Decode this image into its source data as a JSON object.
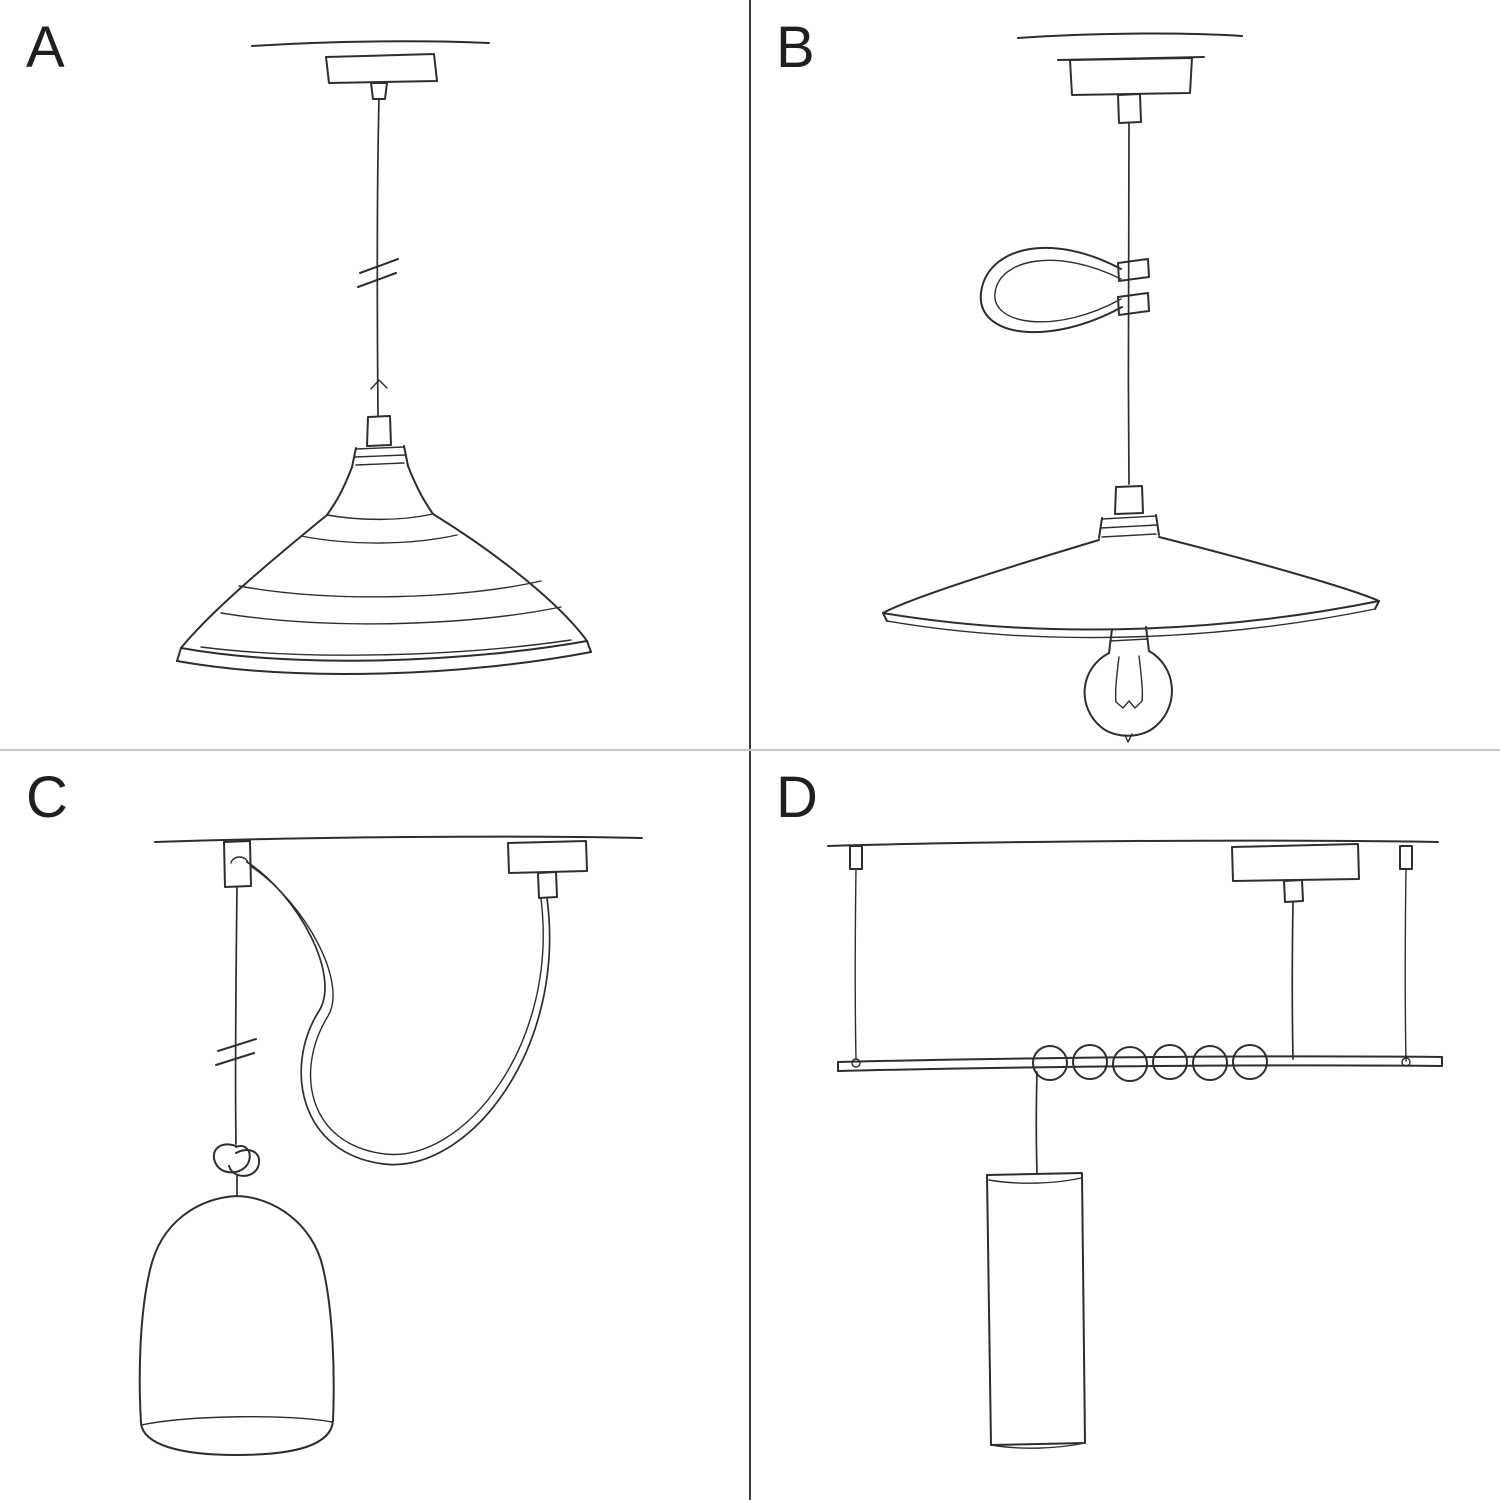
{
  "figure": {
    "panels": [
      {
        "label": "A"
      },
      {
        "label": "B"
      },
      {
        "label": "C"
      },
      {
        "label": "D"
      }
    ]
  },
  "colors": {
    "background": "#ffffff",
    "line": "#2e2e2e",
    "label": "#1f1f1f",
    "divider_vertical": "#3c3c3c",
    "divider_horizontal": "#c6c6c6"
  }
}
